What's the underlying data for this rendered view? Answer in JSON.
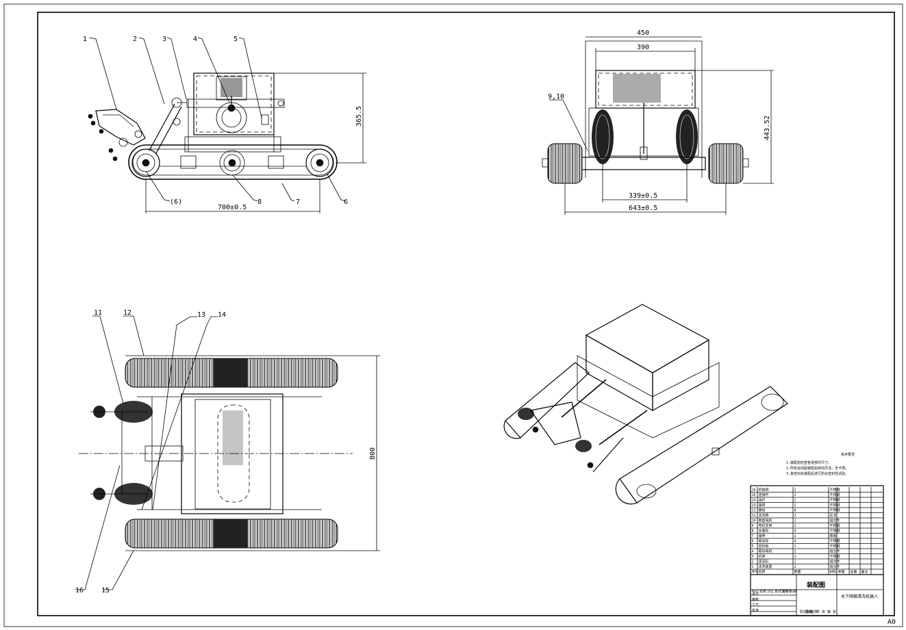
{
  "sheet": {
    "size_code": "A0"
  },
  "side_view": {
    "callouts": [
      "1",
      "2",
      "3",
      "4",
      "5",
      "(6)",
      "8",
      "7",
      "6"
    ],
    "dim_length": "700±0.5",
    "dim_height": "365.5"
  },
  "front_view": {
    "callout": "9,10",
    "dim_overall_top": "450",
    "dim_inner_top": "390",
    "dim_height": "443.52",
    "dim_inner_bottom": "339±0.5",
    "dim_overall_bottom": "643±0.5"
  },
  "top_view": {
    "callouts": [
      "11",
      "12",
      "13",
      "14",
      "16",
      "15"
    ],
    "dim_width": "800"
  },
  "notes": {
    "heading": "技术要求",
    "lines": [
      "1.装配前检查各零部件尺寸。",
      "2.所有运动副装配后转动灵活，无卡滞。",
      "3.各密封处装配后进行防水密封性试验。"
    ]
  },
  "title_block": {
    "drawing_title": "装配图",
    "product_name": "水下网箱清洗机器人",
    "bom_headers": [
      "序号",
      "名称",
      "数量",
      "材料",
      "单重",
      "总重",
      "备注"
    ],
    "bom_rows": [
      [
        "16",
        "机械臂",
        "2",
        "不锈钢"
      ],
      [
        "15",
        "连接杆",
        "2",
        "不锈钢"
      ],
      [
        "14",
        "连杆",
        "2",
        "不锈钢"
      ],
      [
        "13",
        "摆臂",
        "2",
        "不锈钢"
      ],
      [
        "12",
        "螺栓",
        "8",
        "不锈钢"
      ],
      [
        "11",
        "清洗刷",
        "2",
        "尼龙"
      ],
      [
        "10",
        "刷盘电机",
        "2",
        "组合件"
      ],
      [
        "9",
        "电机支架",
        "2",
        "不锈钢"
      ],
      [
        "8",
        "支重轮",
        "4",
        "不锈钢"
      ],
      [
        "7",
        "履带",
        "2",
        "橡胶"
      ],
      [
        "6",
        "驱动轮",
        "4",
        "不锈钢"
      ],
      [
        "5",
        "密封舱",
        "1",
        "不锈钢"
      ],
      [
        "4",
        "驱动电机",
        "2",
        "组合件"
      ],
      [
        "3",
        "机架",
        "1",
        "不锈钢"
      ],
      [
        "2",
        "液压缸",
        "2",
        "组合件"
      ],
      [
        "1",
        "清洗装置",
        "2",
        "组合件"
      ]
    ],
    "sign_labels": [
      "设计",
      "审核",
      "工艺",
      "批准",
      "标记",
      "处数",
      "分区",
      "更改文件号",
      "签名",
      "日期",
      "阶段标记",
      "重量",
      "比例",
      "共",
      "张",
      "第",
      "张"
    ]
  }
}
